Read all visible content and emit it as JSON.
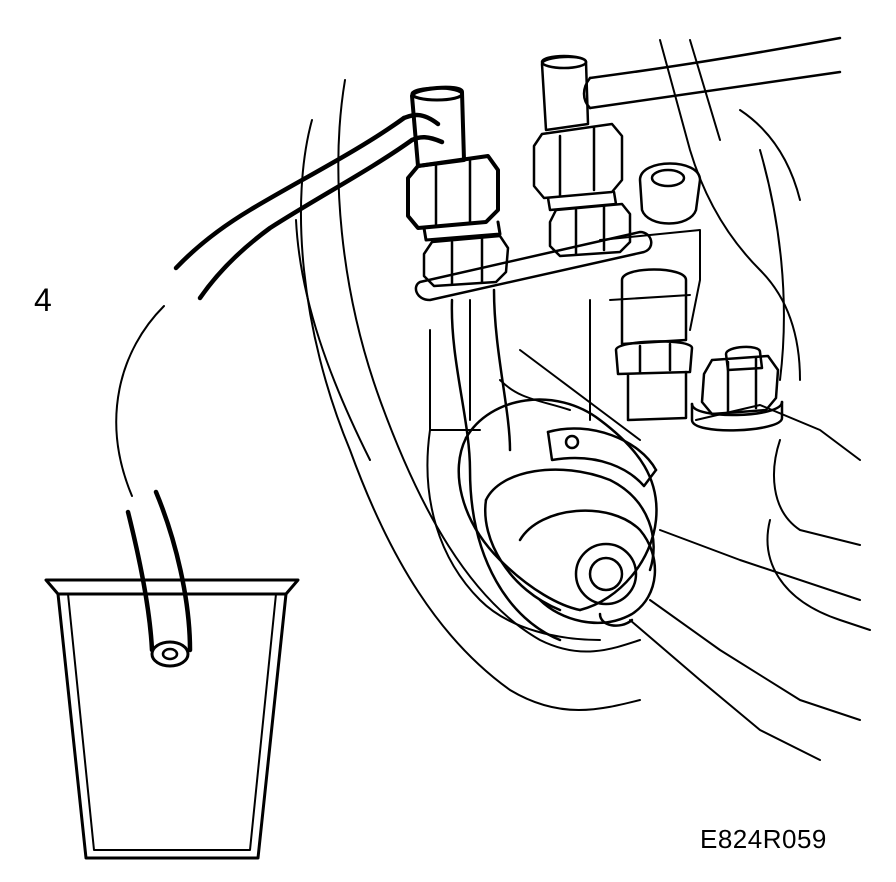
{
  "diagram": {
    "callout_label": "4",
    "figure_code": "E824R059"
  },
  "colors": {
    "ink": "#000000",
    "paper": "#ffffff"
  },
  "icons": {
    "hose": "bleed-hose",
    "container": "collecting-vessel",
    "component": "fuel-pump-head"
  }
}
